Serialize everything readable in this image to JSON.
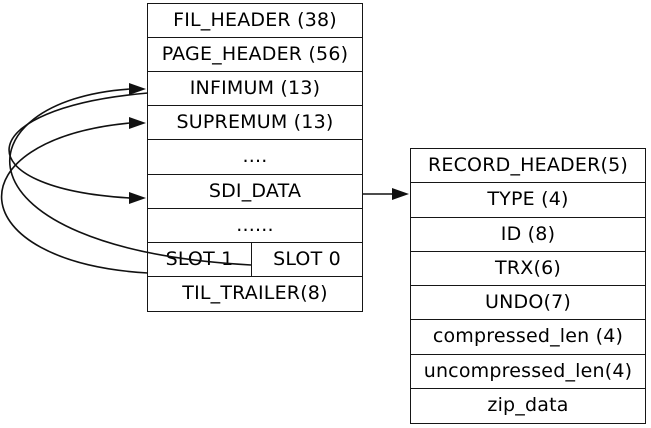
{
  "colors": {
    "background": "#ffffff",
    "line": "#111111",
    "text": "#000000"
  },
  "page_box": {
    "rows": [
      "FIL_HEADER (38)",
      "PAGE_HEADER (56)",
      "INFIMUM (13)",
      "SUPREMUM (13)",
      "....",
      "SDI_DATA",
      "......",
      "TIL_TRAILER(8)"
    ],
    "slot_row": {
      "left": "SLOT 1",
      "right": "SLOT 0"
    }
  },
  "record_box": {
    "rows": [
      "RECORD_HEADER(5)",
      "TYPE (4)",
      "ID (8)",
      "TRX(6)",
      "UNDO(7)",
      "compressed_len (4)",
      "uncompressed_len(4)",
      "zip_data"
    ]
  },
  "arrows": [
    {
      "from": "SLOT 0",
      "to": "INFIMUM (13)",
      "shape": "curved-left"
    },
    {
      "from": "SLOT 1",
      "to": "SUPREMUM (13)",
      "shape": "curved-left"
    },
    {
      "from": "INFIMUM (13)",
      "to": "SDI_DATA",
      "shape": "curved-left"
    },
    {
      "from": "SDI_DATA",
      "to": "record_box",
      "shape": "straight"
    }
  ]
}
